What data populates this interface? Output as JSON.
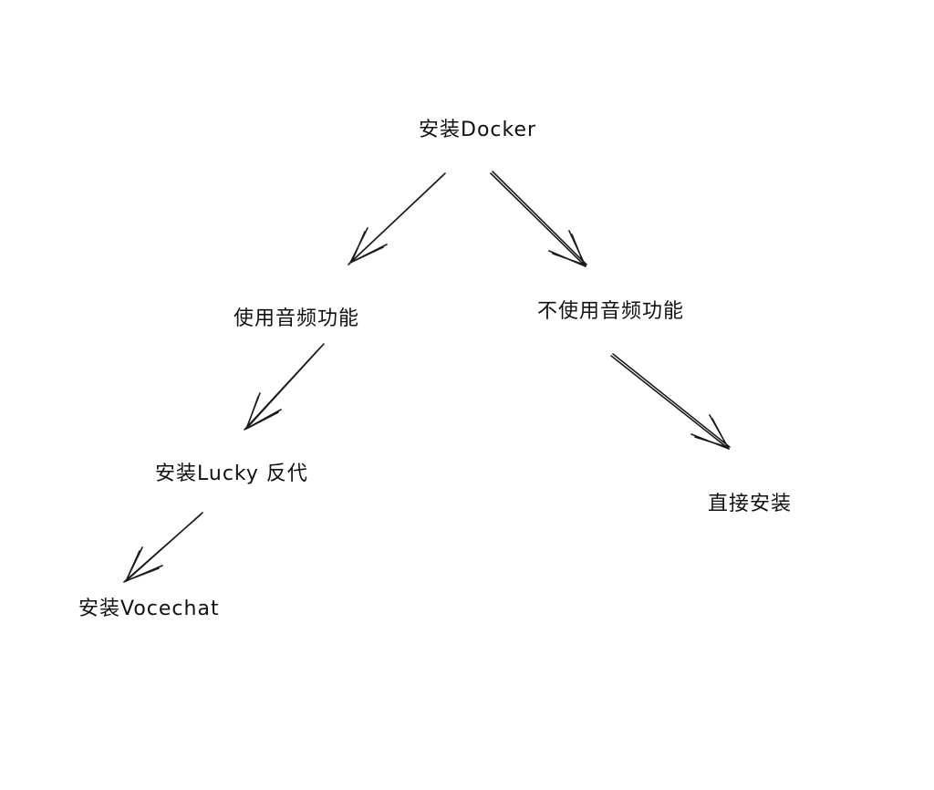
{
  "diagram": {
    "nodes": [
      {
        "id": "install-docker",
        "label": "安装Docker"
      },
      {
        "id": "use-audio",
        "label": "使用音频功能"
      },
      {
        "id": "no-audio",
        "label": "不使用音频功能"
      },
      {
        "id": "install-lucky",
        "label": "安装Lucky 反代"
      },
      {
        "id": "install-direct",
        "label": "直接安装"
      },
      {
        "id": "install-vocechat",
        "label": "安装Vocechat"
      }
    ],
    "edges": [
      {
        "from": "install-docker",
        "to": "use-audio"
      },
      {
        "from": "install-docker",
        "to": "no-audio"
      },
      {
        "from": "use-audio",
        "to": "install-lucky"
      },
      {
        "from": "no-audio",
        "to": "install-direct"
      },
      {
        "from": "install-lucky",
        "to": "install-vocechat"
      }
    ],
    "colors": {
      "background": "#ffffff",
      "ink": "#1a1a1a"
    }
  }
}
